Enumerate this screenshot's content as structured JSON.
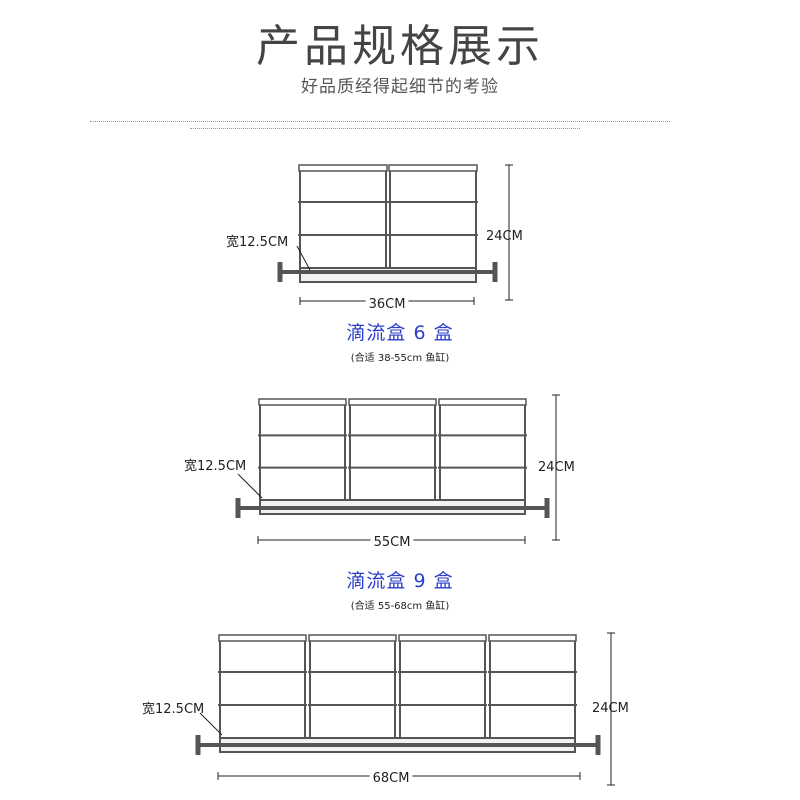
{
  "header": {
    "title": "产品规格展示",
    "subtitle": "好品质经得起细节的考验"
  },
  "variants": [
    {
      "boxes": 2,
      "width_label": "宽12.5CM",
      "height_label": "24CM",
      "length_label": "36CM",
      "caption": "滴流盒 6 盒",
      "note": "(合适 38-55cm 鱼缸)"
    },
    {
      "boxes": 3,
      "width_label": "宽12.5CM",
      "height_label": "24CM",
      "length_label": "55CM",
      "caption": "滴流盒 9 盒",
      "note": "(合适 55-68cm 鱼缸)"
    },
    {
      "boxes": 4,
      "width_label": "宽12.5CM",
      "height_label": "24CM",
      "length_label": "68CM"
    }
  ],
  "colors": {
    "outline": "#555555",
    "caption": "#2a3ec9"
  }
}
